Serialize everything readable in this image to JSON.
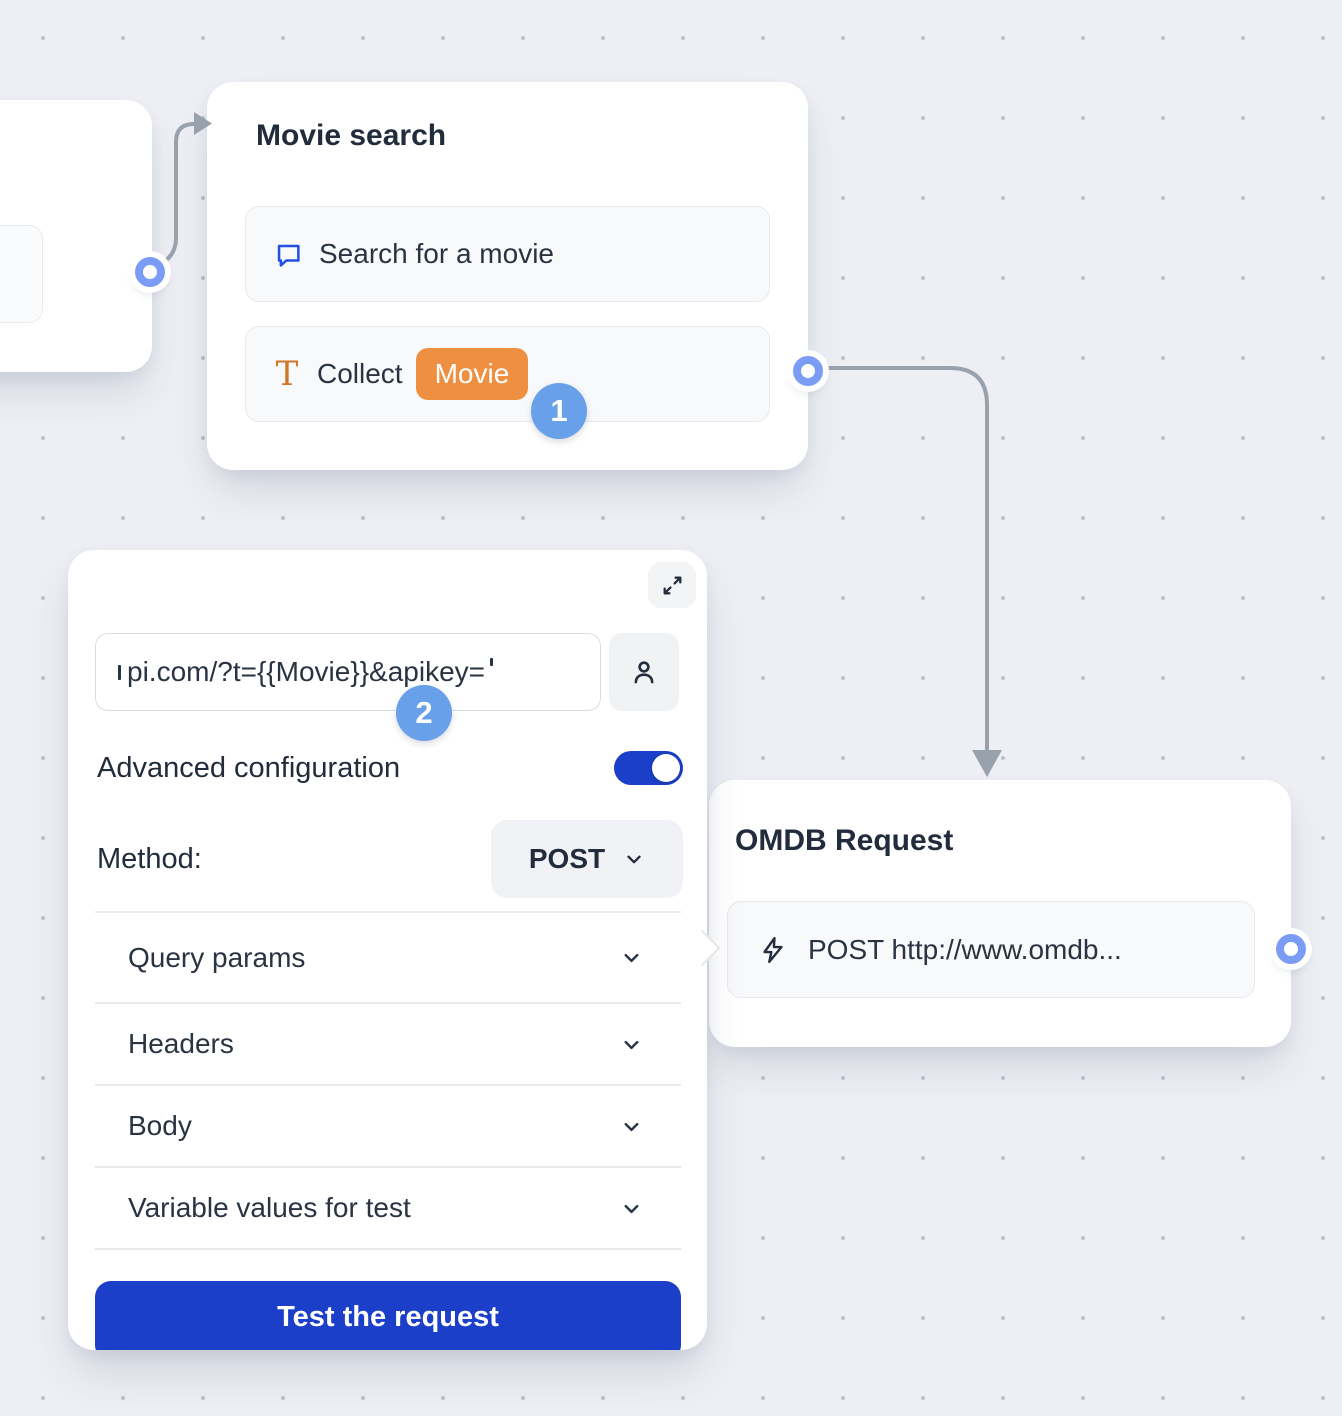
{
  "canvas": {
    "background": "#EDEFF4",
    "dot_color": "#B9C0CC"
  },
  "colors": {
    "primary_blue": "#1C3FC9",
    "step_badge_blue": "#68A1E9",
    "port_blue": "#7B9CF4",
    "chip_orange": "#EE8F41",
    "chat_icon_blue": "#2450E4",
    "text_icon_orange": "#D0752A",
    "connector_gray": "#99A1AD",
    "title_text": "#222C3C",
    "body_text": "#2A3342"
  },
  "movie_search_node": {
    "title": "Movie search",
    "items": [
      {
        "icon": "chat-bubble-icon",
        "label": "Search for a movie"
      },
      {
        "icon": "text-input-icon",
        "label": "Collect",
        "variable_chip": "Movie"
      }
    ],
    "step_badge": "1"
  },
  "webhook_panel": {
    "expand_icon": "expand-icon",
    "url_input": {
      "value": "pi.com/?t={{Movie}}&apikey=",
      "button_icon": "user-icon"
    },
    "step_badge": "2",
    "advanced_configuration": {
      "label": "Advanced configuration",
      "enabled": true
    },
    "method": {
      "label": "Method:",
      "value": "POST"
    },
    "sections": [
      {
        "label": "Query params"
      },
      {
        "label": "Headers"
      },
      {
        "label": "Body"
      },
      {
        "label": "Variable values for test"
      }
    ],
    "test_button": "Test the request"
  },
  "omdb_node": {
    "title": "OMDB Request",
    "items": [
      {
        "icon": "lightning-icon",
        "label": "POST http://www.omdb..."
      }
    ]
  }
}
